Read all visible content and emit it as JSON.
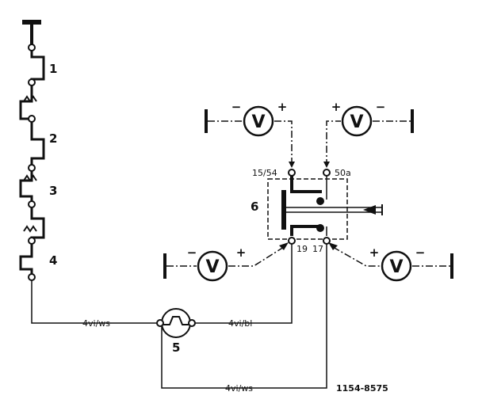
{
  "labels": {
    "n1": "1",
    "n2": "2",
    "n3": "3",
    "n4": "4",
    "n5": "5",
    "n6": "6",
    "terminal_15_54": "15/54",
    "terminal_50a": "50a",
    "terminal_19": "19",
    "terminal_17": "17",
    "wire_bottom_left": "4vi/ws",
    "wire_bottom_right": "4vi/bl",
    "wire_lowest": "4vi/ws",
    "reference": "1154-8575"
  },
  "voltmeters": {
    "symbol": "V",
    "plus": "+",
    "minus": "−"
  },
  "colors": {
    "ink": "#111111",
    "background": "#ffffff"
  }
}
